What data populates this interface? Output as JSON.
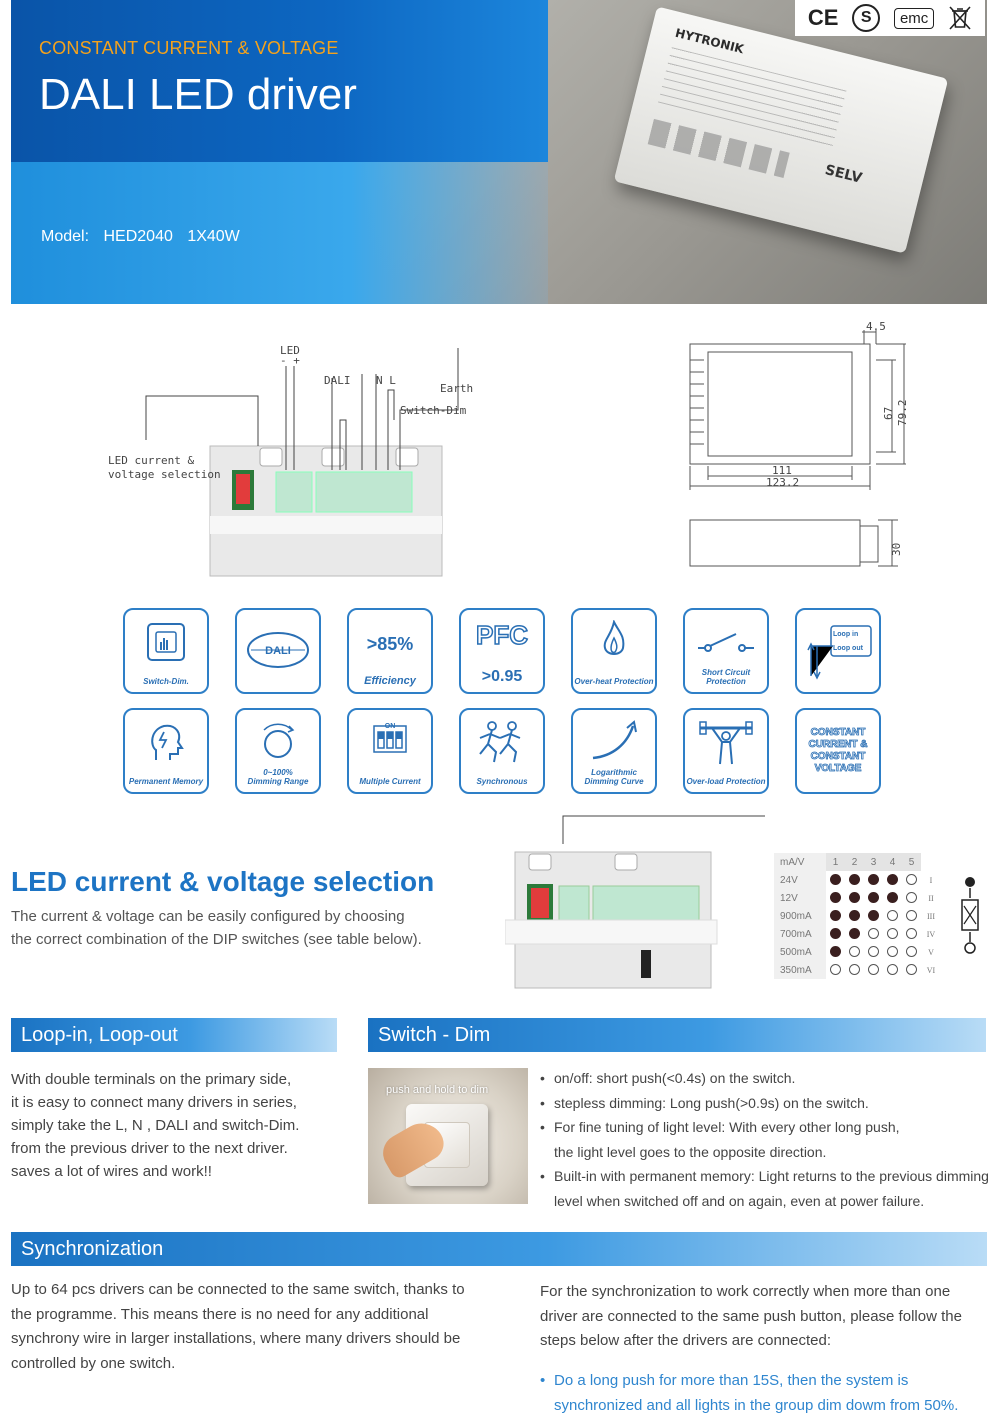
{
  "hero": {
    "subtitle": "CONSTANT CURRENT & VOLTAGE",
    "title": "DALI LED driver",
    "model_label": "Model:",
    "model_code": "HED2040",
    "model_power": "1X40W",
    "device_brand": "HYTRONIK",
    "device_mark": "SELV",
    "cert_marks": [
      "CE",
      "S",
      "emc",
      "WEEE"
    ]
  },
  "diagram": {
    "led_label": "LED",
    "led_polarity": "-  +",
    "dali_label": "DALI",
    "nl_label": "N  L",
    "earth_label": "Earth",
    "switch_label": "Switch-Dim",
    "selection_line1": "LED current &",
    "selection_line2": "voltage selection",
    "dim_45": "4.5",
    "dim_67": "67",
    "dim_792": "79.2",
    "dim_111": "111",
    "dim_1232": "123.2",
    "dim_30": "30"
  },
  "features_row1": [
    {
      "name": "switch-dim",
      "label": "Switch-Dim."
    },
    {
      "name": "dali",
      "label": "DALI"
    },
    {
      "name": "efficiency",
      "big": ">85%",
      "label": "Efficiency"
    },
    {
      "name": "pfc",
      "big": "PFC",
      "label": ">0.95"
    },
    {
      "name": "over-heat",
      "label": "Over-heat Protection"
    },
    {
      "name": "short-circuit",
      "label": "Short Circuit Protection"
    },
    {
      "name": "loop",
      "label": "Loop in",
      "label2": "Loop out"
    }
  ],
  "features_row2": [
    {
      "name": "permanent-memory",
      "label": "Permanent Memory"
    },
    {
      "name": "dimming-range",
      "big": "0~100%",
      "label": "Dimming Range"
    },
    {
      "name": "multiple-current",
      "big": "ON",
      "label": "Multiple Current"
    },
    {
      "name": "synchronous",
      "label": "Synchronous"
    },
    {
      "name": "log-curve",
      "label": "Logarithmic Dimming Curve"
    },
    {
      "name": "over-load",
      "label": "Over-load Protection"
    },
    {
      "name": "cc-cv",
      "label": "CONSTANT CURRENT & CONSTANT VOLTAGE"
    }
  ],
  "selection": {
    "title": "LED current & voltage selection",
    "desc_line1": "The current &  voltage can be easily configured  by choosing",
    "desc_line2": "the correct combination  of the DIP switches (see table below).",
    "table": {
      "corner": "mA/V",
      "switches": [
        "1",
        "2",
        "3",
        "4",
        "5"
      ],
      "rows": [
        {
          "label": "24V",
          "dots": [
            1,
            1,
            1,
            1,
            0
          ],
          "roman": "I"
        },
        {
          "label": "12V",
          "dots": [
            1,
            1,
            1,
            1,
            0
          ],
          "roman": "II"
        },
        {
          "label": "900mA",
          "dots": [
            1,
            1,
            1,
            0,
            0
          ],
          "roman": "III"
        },
        {
          "label": "700mA",
          "dots": [
            1,
            1,
            0,
            0,
            0
          ],
          "roman": "IV"
        },
        {
          "label": "500mA",
          "dots": [
            1,
            0,
            0,
            0,
            0
          ],
          "roman": "V"
        },
        {
          "label": "350mA",
          "dots": [
            0,
            0,
            0,
            0,
            0
          ],
          "roman": "VI"
        }
      ]
    }
  },
  "loop": {
    "title": "Loop-in, Loop-out",
    "lines": [
      "With double terminals on the primary side,",
      "it is easy to connect many drivers in series,",
      "simply take the L, N , DALI and switch-Dim.",
      "from the previous driver to the next driver.",
      "saves a lot of wires and work!!"
    ]
  },
  "switchdim": {
    "title": "Switch - Dim",
    "photo_caption": "push and hold to dim",
    "bullets": [
      "on/off: short push(<0.4s) on the switch.",
      "stepless dimming: Long push(>0.9s) on the switch.",
      "For fine tuning of light level: With every other long push,",
      "Built-in with permanent memory: Light returns to the previous dimming"
    ],
    "bullet3_cont": "the light level goes to the  opposite  direction.",
    "bullet4_cont": "level when switched off and on again, even at power failure."
  },
  "sync": {
    "title": "Synchronization",
    "left_lines": [
      "Up to 64 pcs drivers can be connected to the same switch, thanks to",
      "the programme. This means there is no need for any additional",
      "synchrony wire in larger installations, where many drivers should be",
      "controlled by one switch."
    ],
    "right_lines": [
      "For the synchronization to work correctly when more than one",
      "driver are connected to the same push button, please follow the",
      "steps below after the drivers are connected:"
    ],
    "note_line1": "Do a long push for more than 15S, then the system is",
    "note_line2": "synchronized and all lights in the group dim dowm from 50%."
  }
}
